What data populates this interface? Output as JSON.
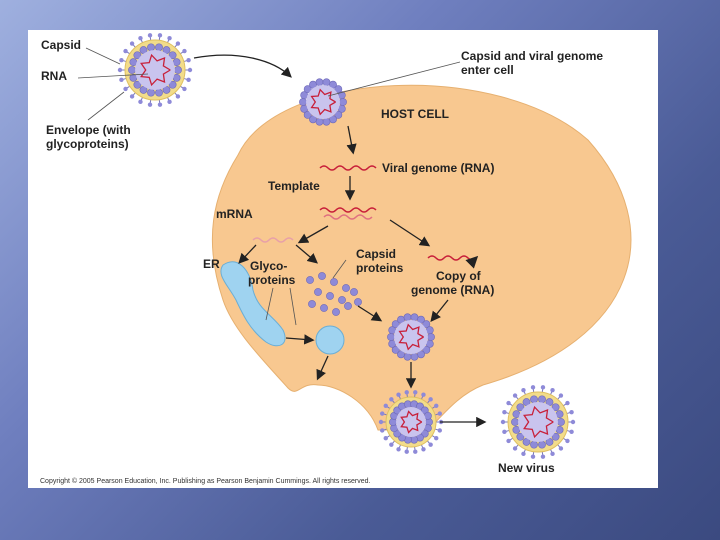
{
  "diagram": {
    "labels": {
      "capsid": "Capsid",
      "rna": "RNA",
      "envelope_line1": "Envelope (with",
      "envelope_line2": "glycoproteins)",
      "enter_line1": "Capsid and viral genome",
      "enter_line2": "enter cell",
      "host_cell": "HOST CELL",
      "viral_genome": "Viral genome (RNA)",
      "template": "Template",
      "mrna": "mRNA",
      "er": "ER",
      "glyco_line1": "Glyco-",
      "glyco_line2": "proteins",
      "capsid_proteins_line1": "Capsid",
      "capsid_proteins_line2": "proteins",
      "copy_line1": "Copy of",
      "copy_line2": "genome (RNA)",
      "new_virus": "New virus"
    },
    "copyright": "Copyright © 2005 Pearson Education, Inc. Publishing as Pearson Benjamin Cummings. All rights reserved."
  },
  "colors": {
    "cell": "#f8c890",
    "envelope": "#f2dc8a",
    "capsomere": "#8e8ad8",
    "capsid_core": "#c9c4ee",
    "rna": "#c8203a",
    "er": "#9fd3f0",
    "background_top": "#9fb0df",
    "background_bottom": "#3b4a80"
  }
}
